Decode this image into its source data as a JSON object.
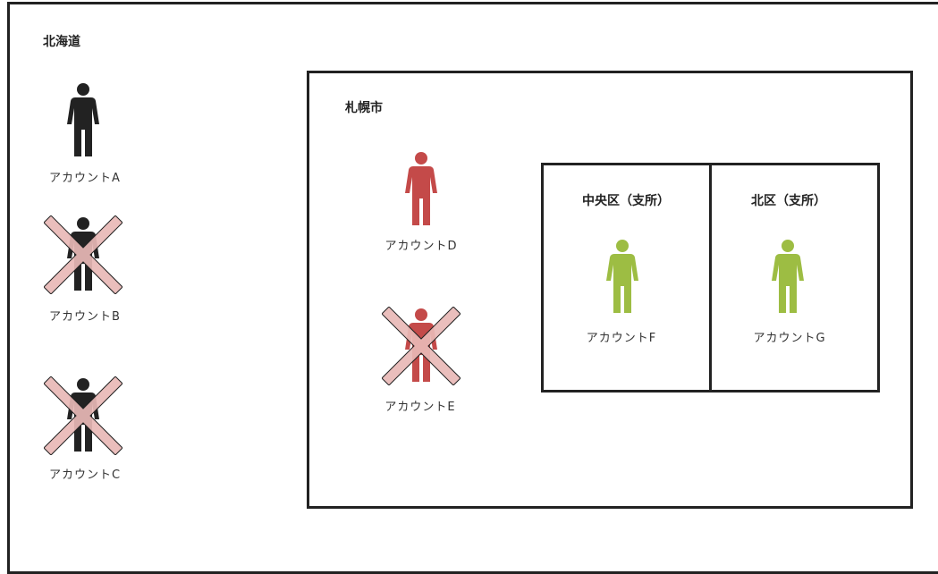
{
  "regions": {
    "prefecture": {
      "label": "北海道"
    },
    "city": {
      "label": "札幌市"
    },
    "ward_chuo": {
      "label": "中央区（支所）"
    },
    "ward_kita": {
      "label": "北区（支所）"
    }
  },
  "accounts": [
    {
      "id": "A",
      "label": "アカウントA",
      "color": "#222222",
      "disabled": false
    },
    {
      "id": "B",
      "label": "アカウントB",
      "color": "#222222",
      "disabled": true
    },
    {
      "id": "C",
      "label": "アカウントC",
      "color": "#222222",
      "disabled": true
    },
    {
      "id": "D",
      "label": "アカウントD",
      "color": "#c44a49",
      "disabled": false
    },
    {
      "id": "E",
      "label": "アカウントE",
      "color": "#c44a49",
      "disabled": true
    },
    {
      "id": "F",
      "label": "アカウントF",
      "color": "#9dbd43",
      "disabled": false
    },
    {
      "id": "G",
      "label": "アカウントG",
      "color": "#9dbd43",
      "disabled": false
    }
  ],
  "cross_color": "#e8b8b6"
}
